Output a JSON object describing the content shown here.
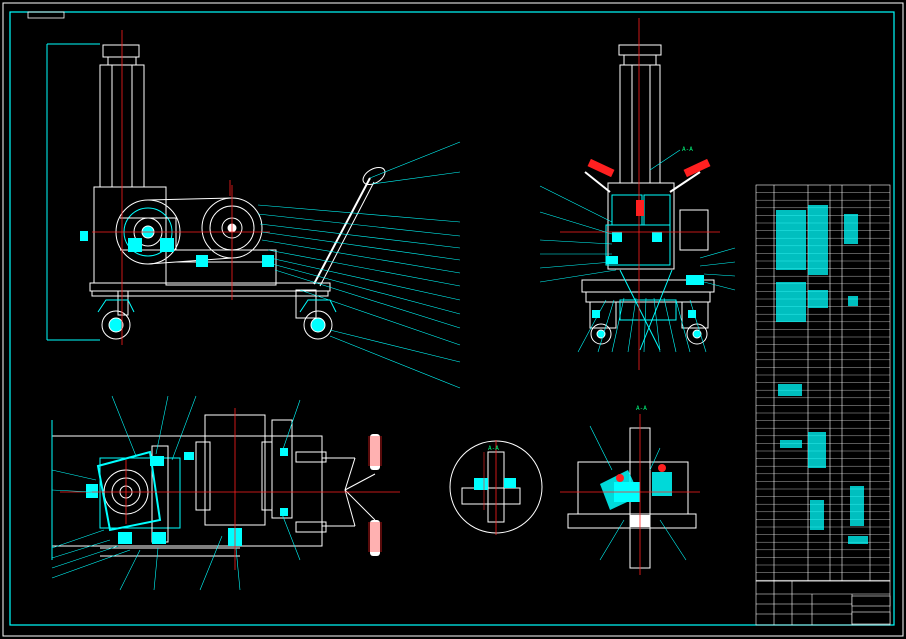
{
  "sections": {
    "top_right": "A-A",
    "circle_detail": "A-A",
    "bottom_right": "A-A"
  },
  "title_block": {
    "tag": "",
    "name": ""
  },
  "colors": {
    "background": "#000000",
    "frame": "#00ffff",
    "outline": "#ffffff",
    "centerline": "#ff2020",
    "leader": "#00ffff",
    "section_label": "#00ff66",
    "parts": "#00ffff",
    "handles": "#ff2020"
  }
}
